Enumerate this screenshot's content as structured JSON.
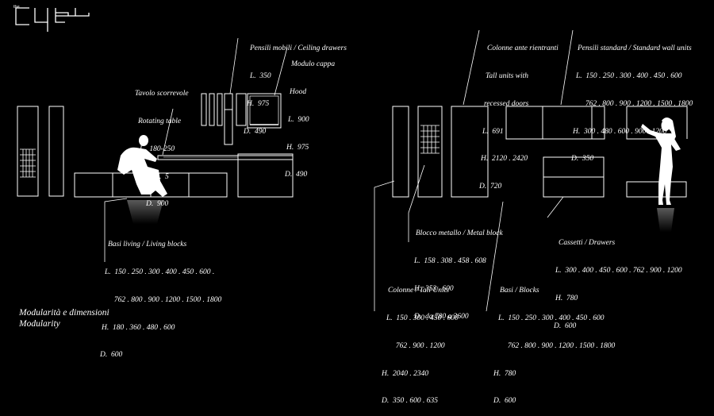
{
  "logo": {
    "small": "the",
    "name": "cut"
  },
  "labels": {
    "pensili_mobili": [
      "Pensili mobili / Ceiling drawers",
      "L.  350",
      "H.  975",
      "D.  490"
    ],
    "modulo_cappa": [
      "Modulo cappa",
      "Hood",
      "L.  900",
      "H.  975",
      "D.  490"
    ],
    "tavolo": [
      "Tavolo scorrevole",
      "Rotating table",
      "L.  180-250",
      "H.  5",
      "D.  900"
    ],
    "basi_living": [
      "Basi living / Living blocks",
      "L.  150 . 250 . 300 . 400 . 450 . 600 .",
      "     762 . 800 . 900 . 1200 . 1500 . 1800",
      "H.  180 . 360 . 480 . 600",
      "D.  600"
    ],
    "colonne_ante": [
      "Colonne ante rientranti",
      "Tall units with",
      "recessed doors",
      "L.  691",
      "H.  2120 . 2420",
      "D.  720"
    ],
    "pensili_standard": [
      "Pensili standard / Standard wall units",
      "L.  150 . 250 . 300 . 400 . 450 . 600",
      "     762 . 800 . 900 . 1200 . 1500 . 1800",
      "H.  300 . 480 . 600 . 900 . 1200",
      "D.  350"
    ],
    "blocco_metallo": [
      "Blocco metallo / Metal block",
      "L.  158 . 308 . 458 . 608",
      "H.  353 . 600",
      "D.  da 780 a 3600"
    ],
    "cassetti": [
      "Cassetti / Drawers",
      "L.  300 . 400 . 450 . 600 . 762 . 900 . 1200",
      "H.  780",
      "D.  600"
    ],
    "colonne": [
      "Colonne / Tall Units",
      "L.  150 . 300 . 450 . 600",
      "     762 . 900 . 1200",
      "H.  2040 . 2340",
      "D.  350 . 600 . 635"
    ],
    "basi": [
      "Basi / Blocks",
      "L.  150 . 250 . 300 . 400 . 450 . 600",
      "     762 . 800 . 900 . 1200 . 1500 . 1800",
      "H.  780",
      "D.  600"
    ]
  },
  "footer": [
    "Modularità e dimensioni",
    "Modularity"
  ],
  "colors": {
    "background": "#000000",
    "line": "#ffffff"
  }
}
